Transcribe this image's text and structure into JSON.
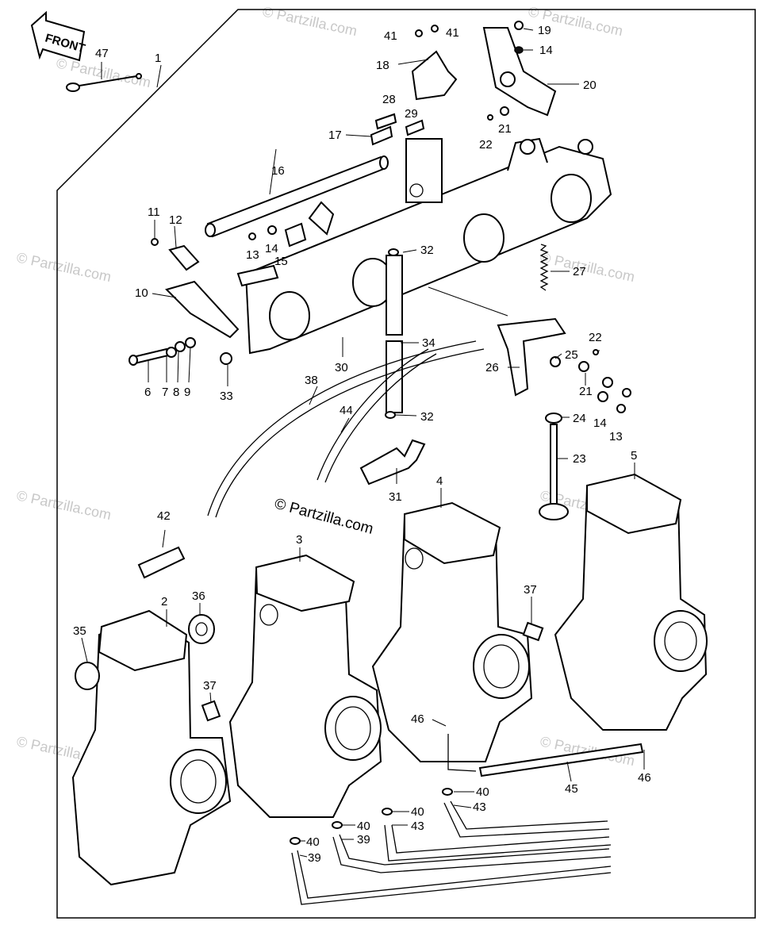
{
  "front_label": "FRONT",
  "copyright": "© Partzilla.com",
  "watermark": "© Partzilla.com",
  "callouts": [
    "1",
    "2",
    "3",
    "4",
    "5",
    "6",
    "7",
    "8",
    "9",
    "10",
    "11",
    "12",
    "13",
    "13",
    "14",
    "14",
    "14",
    "15",
    "16",
    "17",
    "18",
    "19",
    "20",
    "21",
    "21",
    "22",
    "22",
    "23",
    "24",
    "25",
    "26",
    "27",
    "28",
    "29",
    "30",
    "31",
    "32",
    "32",
    "33",
    "34",
    "35",
    "36",
    "37",
    "37",
    "38",
    "39",
    "39",
    "40",
    "40",
    "40",
    "40",
    "41",
    "41",
    "42",
    "43",
    "43",
    "44",
    "45",
    "46",
    "46",
    "47"
  ]
}
